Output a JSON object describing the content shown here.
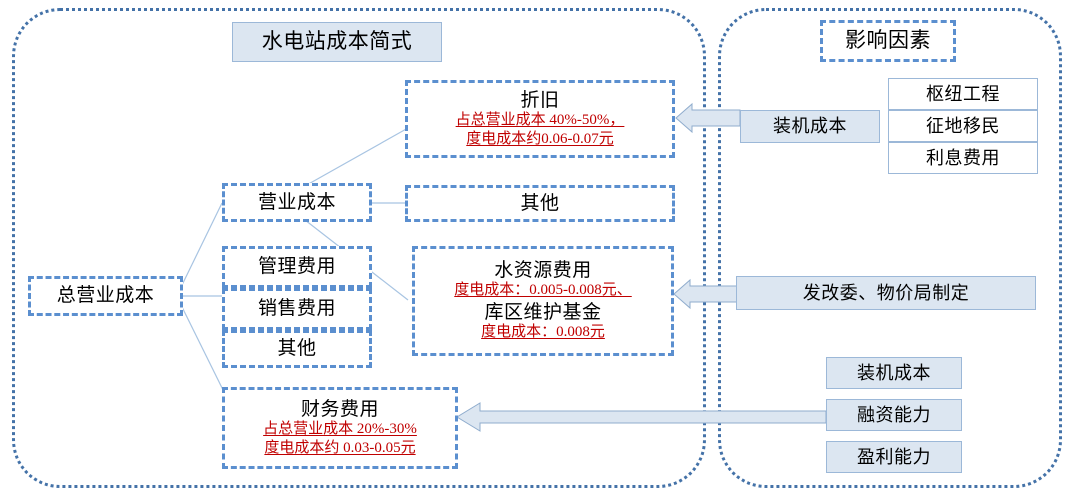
{
  "left_panel": {
    "title": "水电站成本简式",
    "root": {
      "label": "总营业成本"
    },
    "operating": {
      "label": "营业成本"
    },
    "management_fee": {
      "label": "管理费用"
    },
    "sales_fee": {
      "label": "销售费用"
    },
    "other_left": {
      "label": "其他"
    },
    "depreciation": {
      "title": "折旧",
      "note1": "占总营业成本 40%-50%，",
      "note2": "度电成本约0.06-0.07元"
    },
    "other_right": {
      "label": "其他"
    },
    "water_fee": {
      "title": "水资源费用",
      "note1": "度电成本：0.005-0.008元、",
      "title2": "库区维护基金",
      "note2": "度电成本：0.008元"
    },
    "financial_fee": {
      "title": "财务费用",
      "note1": "占总营业成本 20%-30%",
      "note2": "度电成本约 0.03-0.05元"
    }
  },
  "right_panel": {
    "title": "影响因素",
    "installed_cost": {
      "label": "装机成本"
    },
    "installed_factors": [
      {
        "label": "枢纽工程"
      },
      {
        "label": "征地移民"
      },
      {
        "label": "利息费用"
      }
    ],
    "policy": {
      "label": "发改委、物价局制定"
    },
    "finance_factors": [
      {
        "label": "装机成本"
      },
      {
        "label": "融资能力"
      },
      {
        "label": "盈利能力"
      }
    ]
  },
  "colors": {
    "accent_blue": "#5b8fcf",
    "panel_blue": "#4472a8",
    "fill_blue": "#dce6f1",
    "red_text": "#c00000",
    "lead_line": "#a8c4e2"
  },
  "icons": {
    "arrow_left": "arrow-left-icon"
  }
}
